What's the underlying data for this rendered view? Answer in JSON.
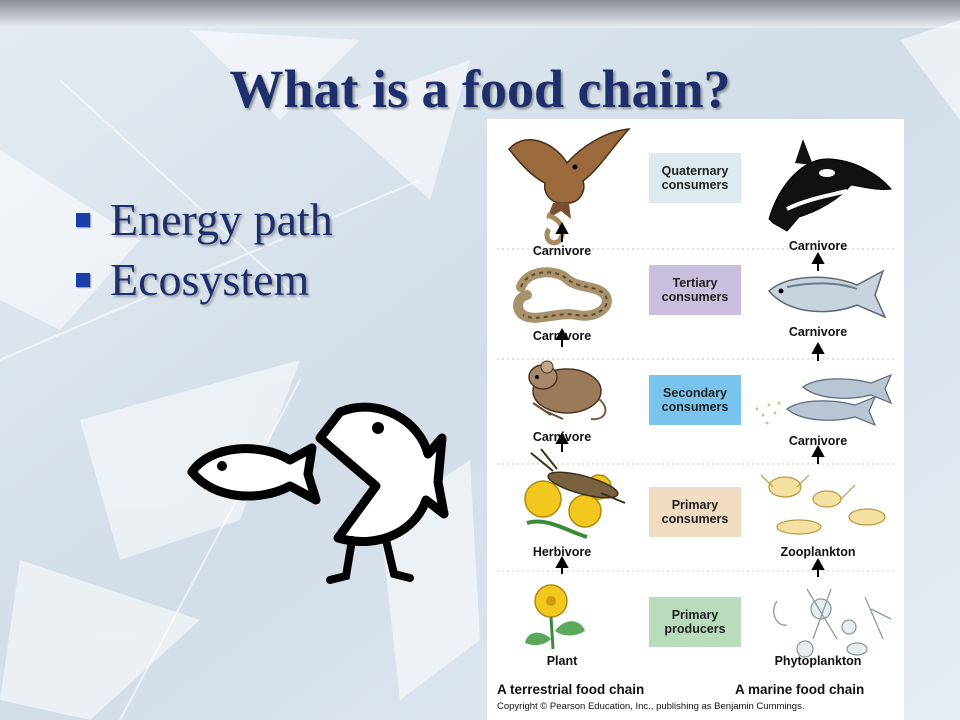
{
  "slide": {
    "title": "What is a food chain?",
    "bullets": [
      "Energy path",
      "Ecosystem"
    ]
  },
  "diagram": {
    "levels": [
      {
        "label": "Quaternary\nconsumers",
        "color": "#dceaf0"
      },
      {
        "label": "Tertiary\nconsumers",
        "color": "#c9bedd"
      },
      {
        "label": "Secondary\nconsumers",
        "color": "#79c4ec"
      },
      {
        "label": "Primary\nconsumers",
        "color": "#efdcc2"
      },
      {
        "label": "Primary\nproducers",
        "color": "#b9dcbc"
      }
    ],
    "terrestrial": {
      "caption": "A terrestrial food chain",
      "labels": [
        "Carnivore",
        "Carnivore",
        "Carnivore",
        "Herbivore",
        "Plant"
      ],
      "organisms": [
        "hawk",
        "snake",
        "mouse",
        "grasshopper",
        "flower"
      ]
    },
    "marine": {
      "caption": "A marine food chain",
      "labels": [
        "Carnivore",
        "Carnivore",
        "Carnivore",
        "Zooplankton",
        "Phytoplankton"
      ],
      "organisms": [
        "killer-whale",
        "tuna",
        "small-fish",
        "zooplankton",
        "phytoplankton"
      ]
    },
    "copyright": "Copyright © Pearson Education, Inc., publishing as Benjamin Cummings."
  }
}
